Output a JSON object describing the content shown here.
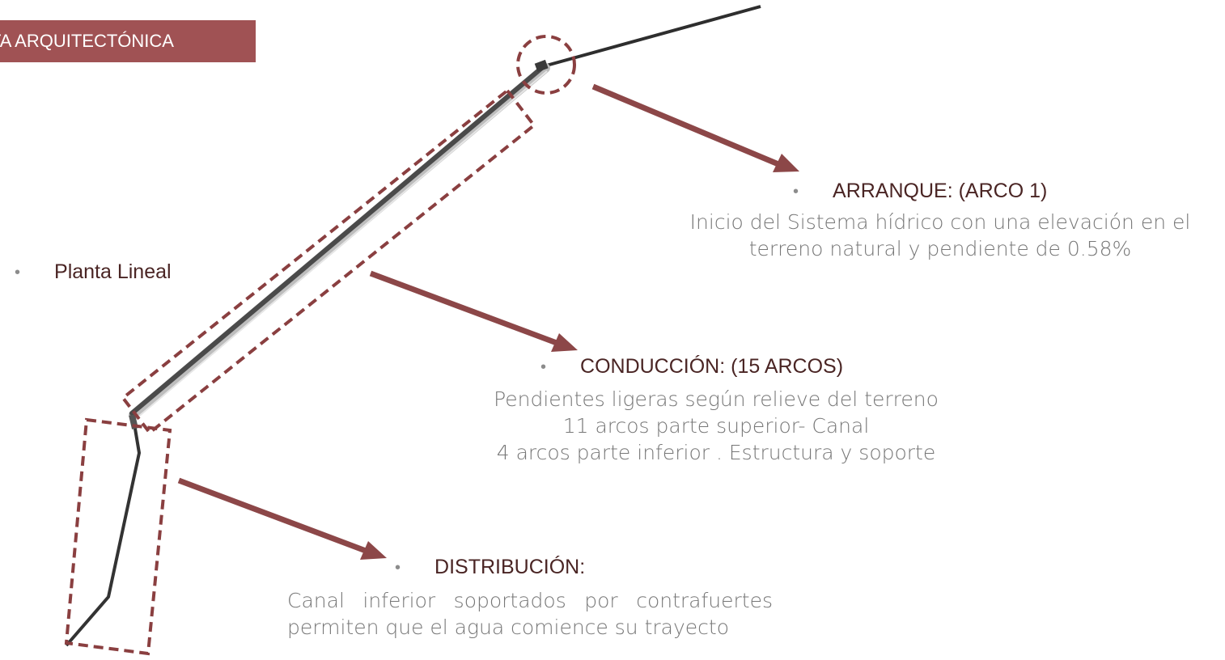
{
  "header": {
    "title": "TA ARQUITECTÓNICA"
  },
  "plan": {
    "label": "Planta Lineal"
  },
  "callouts": {
    "arranque": {
      "heading": "ARRANQUE: (ARCO 1)",
      "lines": [
        "Inicio del Sistema hídrico con una elevación en el",
        "terreno natural  y pendiente de 0.58%"
      ]
    },
    "conduccion": {
      "heading": "CONDUCCIÓN: (15 ARCOS)",
      "lines": [
        "Pendientes ligeras según relieve del terreno",
        "11 arcos parte superior- Canal",
        "4 arcos parte inferior . Estructura y soporte"
      ]
    },
    "distribucion": {
      "heading": "DISTRIBUCIÓN:",
      "lines": [
        "Canal  inferior  soportados  por  contrafuertes",
        "permiten que el agua comience su trayecto"
      ]
    }
  },
  "colors": {
    "accent": "#a05254",
    "dashed": "#8a3f40",
    "arrow": "#8c4748",
    "heading": "#4a2524",
    "body_text": "#777777",
    "line": "#3a3a3a"
  },
  "icons": {
    "bullet": "•"
  }
}
